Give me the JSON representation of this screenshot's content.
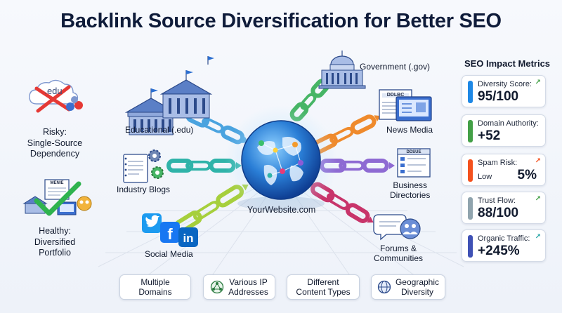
{
  "title": "Backlink Source Diversification for Better SEO",
  "center": {
    "label": "YourWebsite.com"
  },
  "sources": {
    "educational": "Educational (.edu)",
    "government": "Government (.gov)",
    "news": "News Media",
    "blogs": "Industry Blogs",
    "directories": [
      "Business",
      "Directories"
    ],
    "social": "Social Media",
    "forums": [
      "Forums &",
      "Communities"
    ]
  },
  "icon_text": {
    "edu_badge": ".edu",
    "news_masthead": "DDLBC",
    "directory_masthead": "DDSUE",
    "healthy_masthead": "MENIE"
  },
  "left_panel": {
    "risky": [
      "Risky:",
      "Single-Source",
      "Dependency"
    ],
    "healthy": [
      "Healthy:",
      "Diversified",
      "Portfolio"
    ]
  },
  "metrics": {
    "title": "SEO Impact Metrics",
    "cards": [
      {
        "label": "Diversity Score:",
        "value": "95/100",
        "color": "#1e88e5",
        "trend_color": "#43a047"
      },
      {
        "label": "Domain Authority:",
        "value": "+52",
        "color": "#43a047",
        "trend_color": "#43a047"
      },
      {
        "label": "Spam Risk:",
        "sub": "Low",
        "value": "5%",
        "color": "#f4511e",
        "trend_color": "#f4511e"
      },
      {
        "label": "Trust Flow:",
        "value": "88/100",
        "color": "#90a4ae",
        "trend_color": "#43a047"
      },
      {
        "label": "Organic Traffic:",
        "value": "+245%",
        "color": "#3f51b5",
        "trend_color": "#26a6a6"
      }
    ]
  },
  "pills": [
    {
      "lines": [
        "Multiple",
        "Domains"
      ],
      "icon": "none"
    },
    {
      "lines": [
        "Various IP",
        "Addresses"
      ],
      "icon": "network-icon"
    },
    {
      "lines": [
        "Different",
        "Content Types"
      ],
      "icon": "none"
    },
    {
      "lines": [
        "Geographic",
        "Diversity"
      ],
      "icon": "globe-icon"
    }
  ],
  "colors": {
    "chain_blue": "#4aa3df",
    "chain_green": "#46b565",
    "chain_orange": "#ef8a2c",
    "chain_teal": "#2fb3a9",
    "chain_purple": "#8e6ad3",
    "chain_lime": "#a6cf3c",
    "chain_magenta": "#c8346a",
    "globe": "#1e6fd0"
  }
}
